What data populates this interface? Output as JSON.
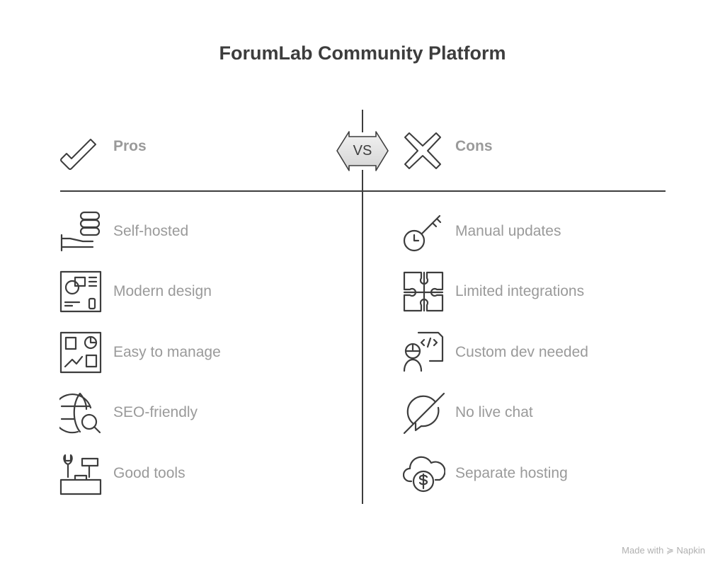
{
  "title": "ForumLab Community Platform",
  "vs_label": "VS",
  "pros": {
    "label": "Pros",
    "items": [
      {
        "label": "Self-hosted",
        "icon": "server-hand-icon"
      },
      {
        "label": "Modern design",
        "icon": "design-board-icon"
      },
      {
        "label": "Easy to manage",
        "icon": "dashboard-icon"
      },
      {
        "label": "SEO-friendly",
        "icon": "globe-search-icon"
      },
      {
        "label": "Good tools",
        "icon": "toolbox-icon"
      }
    ]
  },
  "cons": {
    "label": "Cons",
    "items": [
      {
        "label": "Manual updates",
        "icon": "key-clock-icon"
      },
      {
        "label": "Limited integrations",
        "icon": "puzzle-icon"
      },
      {
        "label": "Custom dev needed",
        "icon": "developer-code-icon"
      },
      {
        "label": "No live chat",
        "icon": "no-chat-icon"
      },
      {
        "label": "Separate hosting",
        "icon": "cloud-dollar-icon"
      }
    ]
  },
  "footer": "Made with ≽ Napkin"
}
